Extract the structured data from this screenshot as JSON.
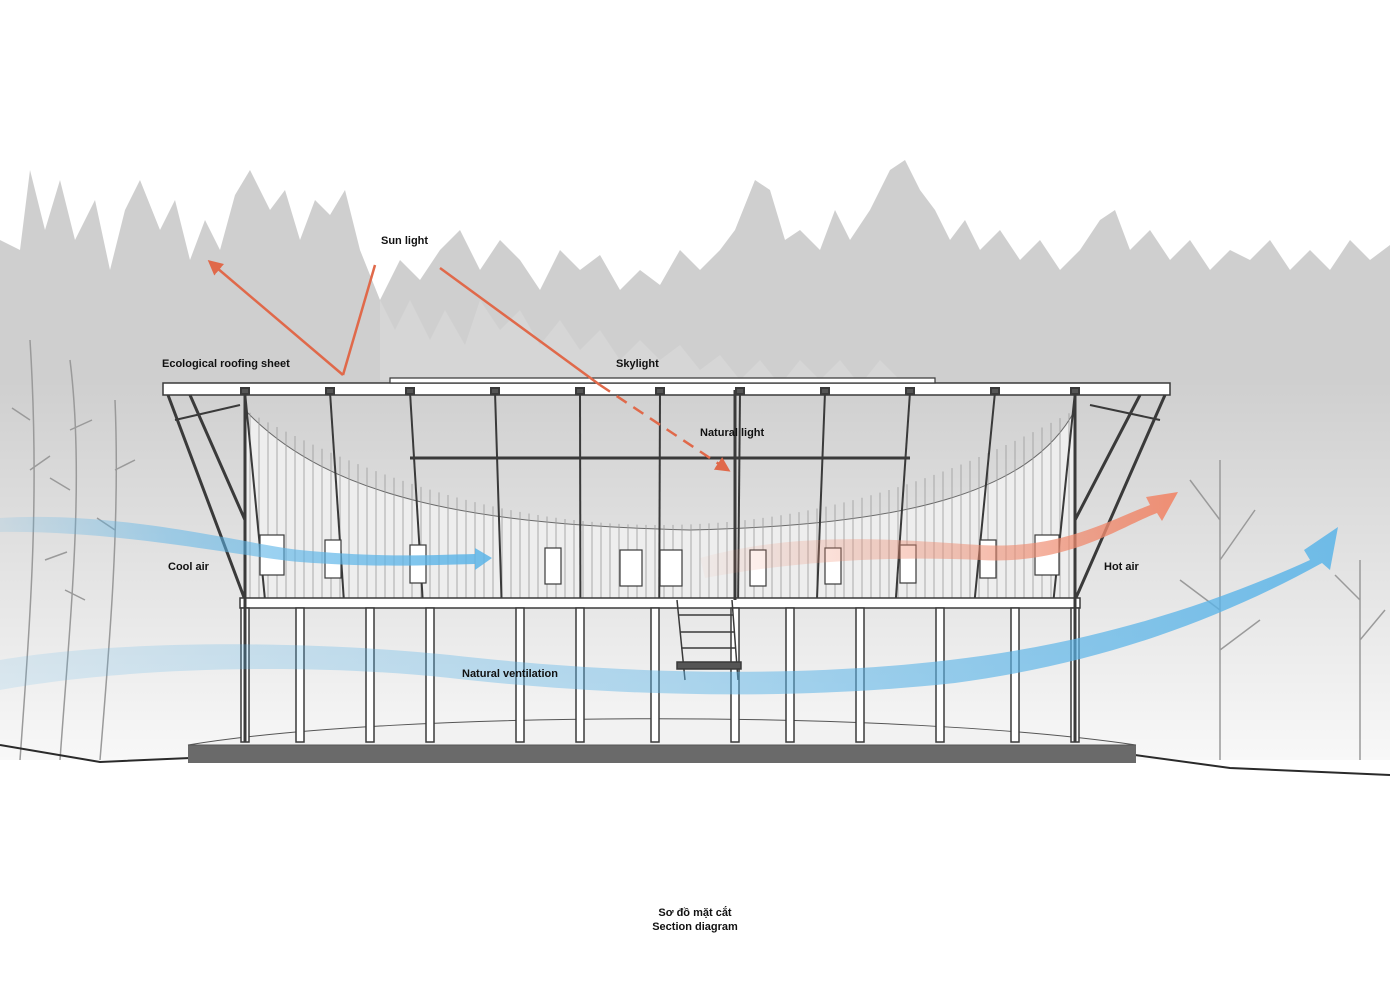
{
  "labels": {
    "sun_light": "Sun light",
    "ecological_roofing_sheet": "Ecological roofing sheet",
    "skylight": "Skylight",
    "natural_light": "Natural light",
    "cool_air": "Cool air",
    "hot_air": "Hot air",
    "natural_ventilation": "Natural ventilation"
  },
  "caption": {
    "vietnamese": "Sơ đồ mặt cắt",
    "english": "Section diagram"
  },
  "colors": {
    "sun_arrow": "#e0694a",
    "cool_air": "#5ab4e8",
    "hot_air": "#ef8a6e",
    "trees": "#cfcfcf",
    "structure": "#3a3a3a"
  }
}
